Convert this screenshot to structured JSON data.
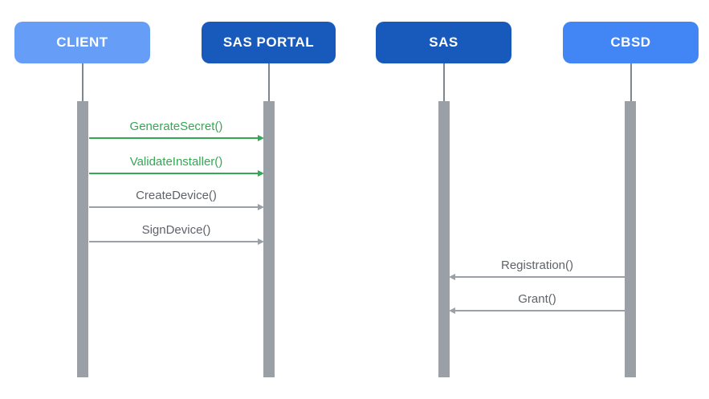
{
  "diagram": {
    "type": "sequence",
    "background": "#FFFFFF"
  },
  "lifeline": {
    "bar_color": "#9AA0A6",
    "stub_line_color": "#80868B"
  },
  "actors": [
    {
      "label": "CLIENT",
      "color": "#669DF6",
      "text_color": "#FFFFFF"
    },
    {
      "label": "SAS PORTAL",
      "color": "#185ABC",
      "text_color": "#FFFFFF"
    },
    {
      "label": "SAS",
      "color": "#185ABC",
      "text_color": "#FFFFFF"
    },
    {
      "label": "CBSD",
      "color": "#4285F4",
      "text_color": "#FFFFFF"
    }
  ],
  "messages": [
    {
      "label": "GenerateSecret()",
      "from": "CLIENT",
      "to": "SAS PORTAL",
      "direction": "right",
      "text_color": "#34A853",
      "line_color": "#34A853"
    },
    {
      "label": "ValidateInstaller()",
      "from": "CLIENT",
      "to": "SAS PORTAL",
      "direction": "right",
      "text_color": "#34A853",
      "line_color": "#34A853"
    },
    {
      "label": "CreateDevice()",
      "from": "CLIENT",
      "to": "SAS PORTAL",
      "direction": "right",
      "text_color": "#5F6368",
      "line_color": "#9AA0A6"
    },
    {
      "label": "SignDevice()",
      "from": "CLIENT",
      "to": "SAS PORTAL",
      "direction": "right",
      "text_color": "#5F6368",
      "line_color": "#9AA0A6"
    },
    {
      "label": "Registration()",
      "from": "CBSD",
      "to": "SAS",
      "direction": "left",
      "text_color": "#5F6368",
      "line_color": "#9AA0A6"
    },
    {
      "label": "Grant()",
      "from": "CBSD",
      "to": "SAS",
      "direction": "left",
      "text_color": "#5F6368",
      "line_color": "#9AA0A6"
    }
  ]
}
